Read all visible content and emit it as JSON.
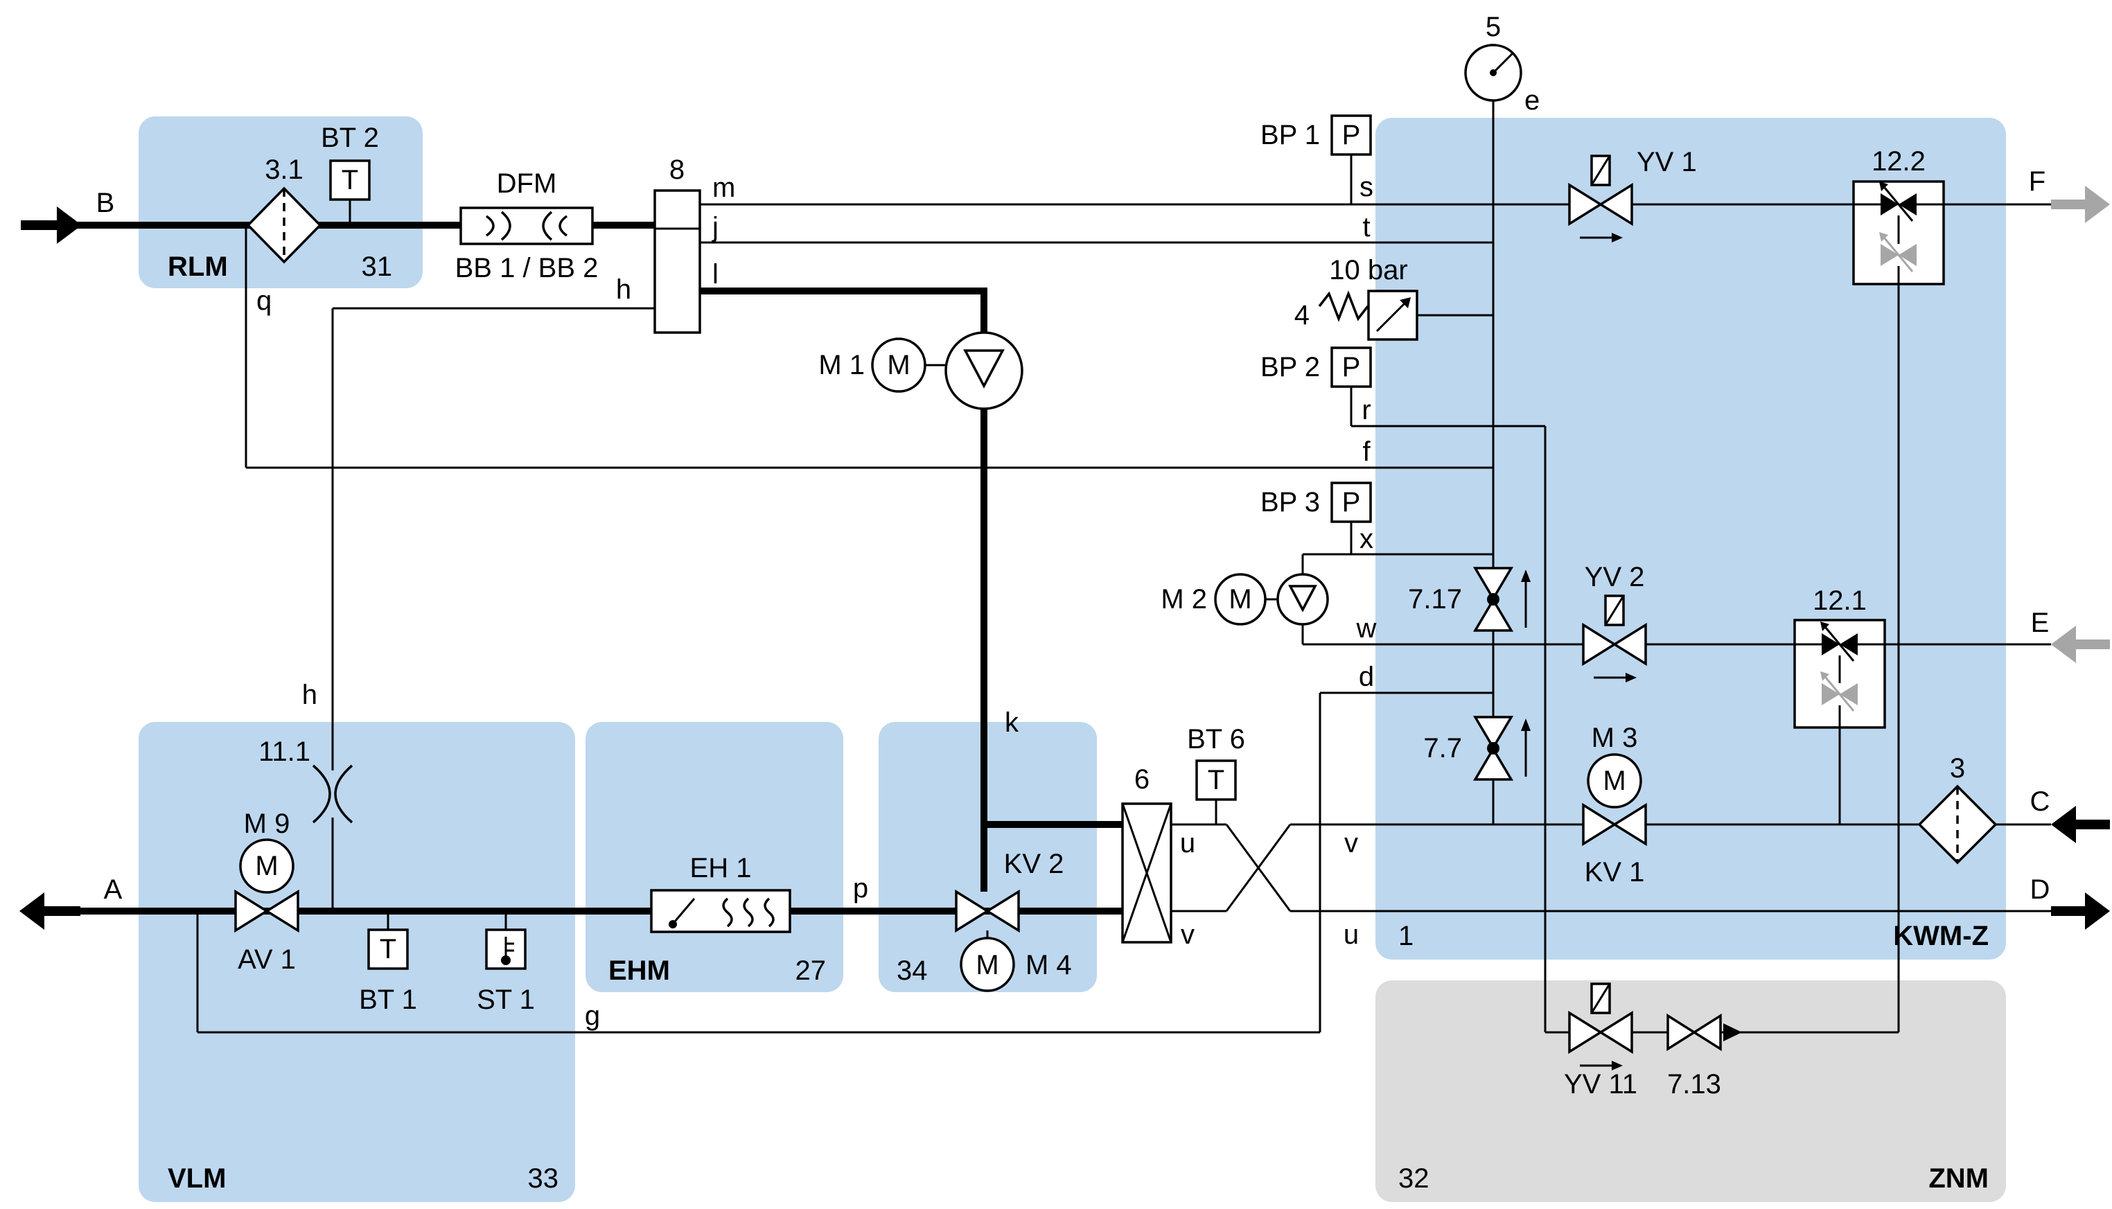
{
  "colors": {
    "region_blue": "#BDD7EE",
    "region_gray": "#DCDCDC",
    "line_black": "#000000",
    "arrow_gray": "#A6A6A6"
  },
  "regions": {
    "rlm": {
      "name": "RLM",
      "number": "31"
    },
    "vlm": {
      "name": "VLM",
      "number": "33"
    },
    "ehm": {
      "name": "EHM",
      "number": "27"
    },
    "zone34": {
      "number": "34"
    },
    "kwmz": {
      "name": "KWM-Z",
      "number": "1"
    },
    "znm": {
      "name": "ZNM",
      "number": "32"
    }
  },
  "ports": {
    "a": "A",
    "b": "B",
    "c": "C",
    "d": "D",
    "e": "E",
    "f": "F"
  },
  "components": {
    "filter31": "3.1",
    "filter3": "3",
    "bt2": "BT 2",
    "bt1": "BT 1",
    "bt6": "BT 6",
    "st1": "ST 1",
    "bp1": "BP 1",
    "bp2": "BP 2",
    "bp3": "BP 3",
    "t_letter": "T",
    "p_letter": "P",
    "m_letter": "M",
    "dfm": "DFM",
    "dfm_sub": "BB 1 / BB 2",
    "unit8": "8",
    "unit6": "6",
    "gauge5": "5",
    "m1": "M 1",
    "m2": "M 2",
    "m3": "M 3",
    "m4": "M 4",
    "m9": "M 9",
    "relief4": "4",
    "relief_setting": "10 bar",
    "v717": "7.17",
    "v77": "7.7",
    "v713": "7.13",
    "yv1": "YV 1",
    "yv2": "YV 2",
    "yv11": "YV 11",
    "kv1": "KV 1",
    "kv2": "KV 2",
    "av1": "AV 1",
    "eh1": "EH 1",
    "break111": "11.1",
    "unit122": "12.2",
    "unit121": "12.1"
  },
  "line_labels": {
    "m": "m",
    "j": "j",
    "l": "l",
    "h": "h",
    "q": "q",
    "s": "s",
    "t": "t",
    "r": "r",
    "f": "f",
    "x": "x",
    "w": "w",
    "d": "d",
    "e": "e",
    "g": "g",
    "k": "k",
    "p": "p",
    "u": "u",
    "v": "v"
  }
}
